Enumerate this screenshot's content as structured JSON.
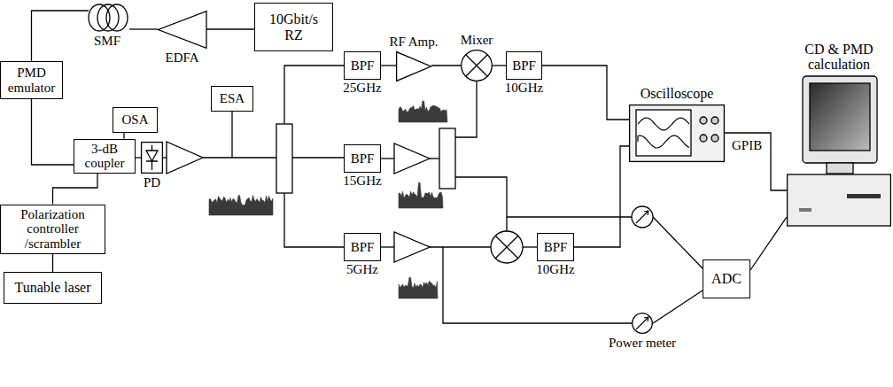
{
  "diagram": {
    "nodes": [
      {
        "text": [
          "10Gbit/s RZ"
        ]
      },
      {
        "text": [
          "EDFA"
        ]
      },
      {
        "text": [
          "PMD emulator"
        ]
      },
      {
        "text": [
          "OSA"
        ]
      },
      {
        "text": [
          "3-dB coupler"
        ]
      },
      {
        "text": [
          "Polarization controller /scrambler"
        ]
      },
      {
        "text": [
          "Tunable laser"
        ]
      },
      {
        "text": [
          "PD"
        ]
      },
      {
        "text": [
          "ESA"
        ]
      },
      {
        "text": [
          "BPF",
          "25GHz"
        ]
      },
      {
        "text": [
          "RF Amp."
        ]
      },
      {
        "text": [
          "Mixer"
        ]
      },
      {
        "text": [
          "BPF",
          "10GHz"
        ]
      },
      {
        "text": [
          "BPF",
          "15GHz"
        ]
      },
      {
        "text": [
          "BPF",
          "5GHz"
        ]
      },
      {
        "text": [
          "BPF",
          "10GHz"
        ]
      },
      {
        "text": [
          "Oscilloscope"
        ]
      },
      {
        "text": [
          "Power meter"
        ]
      },
      {
        "text": [
          "ADC"
        ]
      },
      {
        "text": [
          "CD & PMD calculation"
        ]
      }
    ],
    "edges": [
      {
        "from": 0,
        "to": 1,
        "arrow": "none"
      },
      {
        "from": 2,
        "to": 4,
        "arrow": "none"
      },
      {
        "from": 4,
        "to": 3,
        "arrow": "none"
      },
      {
        "from": 6,
        "to": 5,
        "arrow": "none"
      },
      {
        "from": 5,
        "to": 4,
        "arrow": "none"
      },
      {
        "from": 4,
        "to": 7,
        "arrow": "none"
      },
      {
        "from": 9,
        "to": 10,
        "arrow": "none"
      },
      {
        "from": 10,
        "to": 11,
        "arrow": "none"
      },
      {
        "from": 11,
        "to": 12,
        "arrow": "none"
      },
      {
        "from": 12,
        "to": 16,
        "arrow": "none"
      },
      {
        "from": 15,
        "to": 16,
        "arrow": "none"
      },
      {
        "from": 16,
        "to": 19,
        "arrow": "none"
      },
      {
        "from": 17,
        "to": 18,
        "arrow": "none"
      },
      {
        "from": 18,
        "to": 19,
        "arrow": "none"
      }
    ],
    "labels": [
      "SMF",
      "GPIB"
    ]
  }
}
